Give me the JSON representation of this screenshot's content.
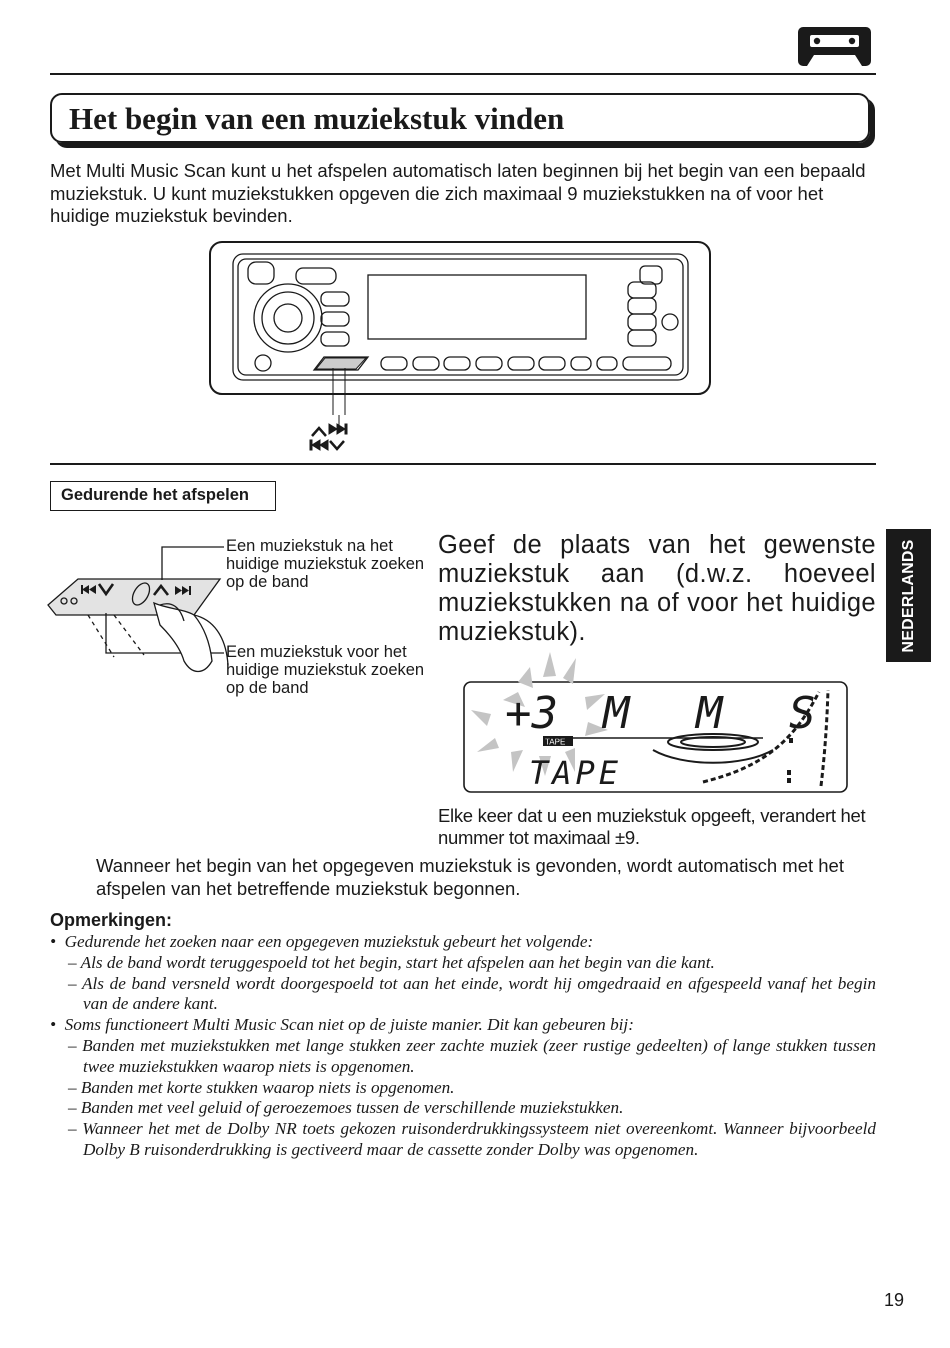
{
  "page": {
    "title": "Het begin van een muziekstuk vinden",
    "intro": "Met Multi Music Scan kunt u het afspelen automatisch laten beginnen bij het begin van een bepaald muziekstuk. U kunt muziekstukken opgeven die zich maximaal 9 muziekstukken na of voor het huidige muziekstuk bevinden.",
    "step_label": "Gedurende het afspelen",
    "callout_next": "Een muziekstuk na het huidige muziekstuk zoeken op de band",
    "callout_prev": "Een muziekstuk voor het huidige muziekstuk zoeken op de band",
    "instruction": "Geef de plaats van het gewenste muziekstuk aan (d.w.z. hoeveel muziekstukken na of voor het huidige muziekstuk).",
    "display_caption": "Elke keer dat u een muziekstuk opgeeft, verandert het nummer tot maximaal ±9.",
    "found_text": "Wanneer het begin van het opgegeven muziekstuk is gevonden, wordt automatisch met het afspelen van het betreffende muziekstuk begonnen.",
    "notes_title": "Opmerkingen:",
    "notes": {
      "b1": "Gedurende het zoeken naar een opgegeven muziekstuk gebeurt het volgende:",
      "b1_d1": "Als de band wordt teruggespoeld tot het begin, start het afspelen aan het begin van die kant.",
      "b1_d2": "Als de band versneld wordt doorgespoeld tot aan het einde, wordt hij omgedraaid en afgespeeld vanaf het begin van de andere kant.",
      "b2": "Soms functioneert Multi Music Scan niet op de juiste manier. Dit kan gebeuren bij:",
      "b2_d1": "Banden met muziekstukken met lange stukken zeer zachte muziek (zeer rustige gedeelten) of lange stukken tussen twee muziekstukken waarop niets is opgenomen.",
      "b2_d2": "Banden met korte stukken waarop niets is opgenomen.",
      "b2_d3": "Banden met veel geluid of geroezemoes tussen de verschillende muziekstukken.",
      "b2_d4": "Wanneer het met de Dolby NR toets gekozen ruisonderdrukkingssysteem niet overeenkomt. Wanneer bijvoorbeeld Dolby B ruisonderdrukking is gectiveerd maar de cassette zonder Dolby was opgenomen."
    },
    "side_tab": "NEDERLANDS",
    "page_number": "19",
    "lcd": {
      "track": "+3",
      "mode": "M M S",
      "tape_badge": "TAPE",
      "source": "TAPE"
    },
    "icons": {
      "header": "cassette-tape-icon",
      "next": "up-chevron-fast-forward-icon",
      "prev": "rewind-down-chevron-icon"
    },
    "colors": {
      "ink": "#1a1a1a",
      "paper": "#ffffff",
      "lcd_glow": "#bbbbbb"
    }
  }
}
